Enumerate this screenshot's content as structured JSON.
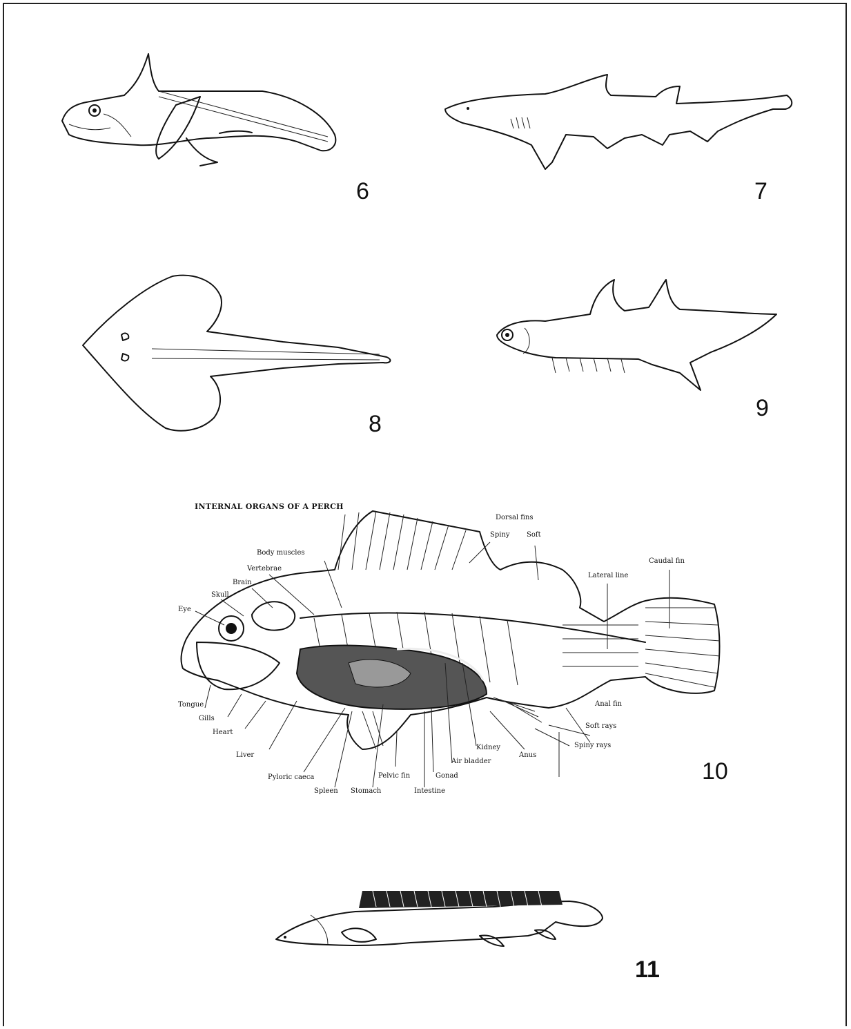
{
  "figures": [
    {
      "number": "6"
    },
    {
      "number": "7"
    },
    {
      "number": "8"
    },
    {
      "number": "9"
    },
    {
      "number": "10"
    },
    {
      "number": "11"
    }
  ],
  "perch": {
    "title": "INTERNAL ORGANS OF A PERCH",
    "labels": {
      "dorsal_fins": "Dorsal fins",
      "spiny": "Spiny",
      "soft": "Soft",
      "body_muscles": "Body muscles",
      "vertebrae": "Vertebrae",
      "brain": "Brain",
      "skull": "Skull",
      "eye": "Eye",
      "lateral_line": "Lateral line",
      "caudal_fin": "Caudal fin",
      "tongue": "Tongue",
      "gills": "Gills",
      "heart": "Heart",
      "liver": "Liver",
      "pyloric_caeca": "Pyloric caeca",
      "spleen": "Spleen",
      "stomach": "Stomach",
      "pelvic_fin": "Pelvic fin",
      "intestine": "Intestine",
      "gonad": "Gonad",
      "air_bladder": "Air bladder",
      "kidney": "Kidney",
      "anus": "Anus",
      "anal_fin": "Anal fin",
      "soft_rays": "Soft rays",
      "spiny_rays": "Spiny rays"
    }
  },
  "colors": {
    "ink": "#111111",
    "background": "#ffffff"
  }
}
